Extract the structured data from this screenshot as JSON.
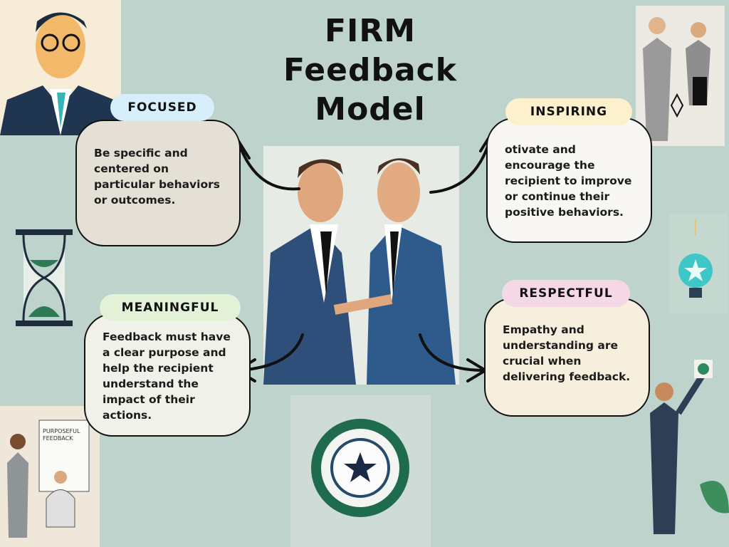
{
  "title": {
    "line1": "FIRM",
    "line2": "Feedback",
    "line3": "Model"
  },
  "sections": {
    "focused": {
      "label": "FOCUSED",
      "text": "Be specific and centered on particular behaviors or outcomes.",
      "pill_color": "#d7effa",
      "box_color": "#e5e0d5"
    },
    "inspiring": {
      "label": "INSPIRING",
      "text": "otivate and encourage the recipient to improve or continue their positive behaviors.",
      "pill_color": "#fcf0cd",
      "box_color": "#f8f7f4"
    },
    "meaningful": {
      "label": "MEANINGFUL",
      "text": "Feedback must have a clear purpose and help the recipient understand the impact of their actions.",
      "pill_color": "#e3f2d6",
      "box_color": "#f0f2ea"
    },
    "respectful": {
      "label": "RESPECTFUL",
      "text": "Empathy and understanding are crucial when delivering feedback.",
      "pill_color": "#f5d8e5",
      "box_color": "#f6efde"
    }
  },
  "illustrations": {
    "poster_text": "PURPOSEFUL FEEDBACK"
  }
}
